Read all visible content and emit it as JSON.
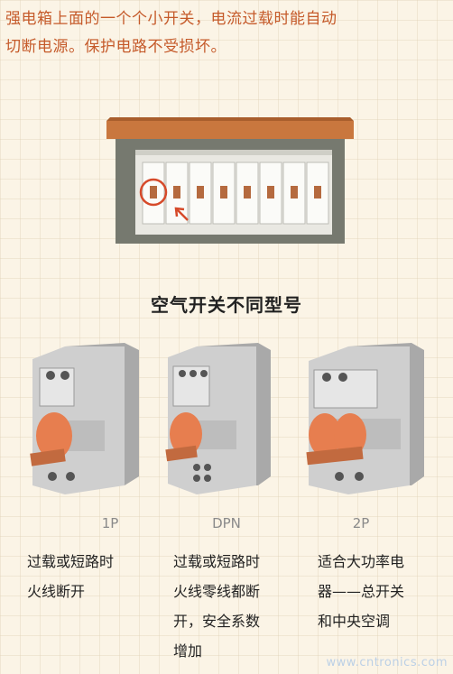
{
  "intro": {
    "line1": "强电箱上面的一个个小开关，电流过载时能自动",
    "line2": "切断电源。保护电路不受损坏。"
  },
  "heading": "空气开关不同型号",
  "breakers": [
    {
      "type": "1P",
      "desc": [
        "过载或短路时",
        "火线断开"
      ]
    },
    {
      "type": "DPN",
      "desc": [
        "过载或短路时",
        "火线零线都断",
        "开，安全系数",
        "增加"
      ]
    },
    {
      "type": "2P",
      "desc": [
        "适合大功率电",
        "器——总开关",
        "和中央空调"
      ]
    }
  ],
  "watermark": "www.cntronics.com",
  "colors": {
    "accent_text": "#c55a2a",
    "background": "#fbf4e6",
    "box_lid": "#c9773e",
    "box_frame": "#76796f",
    "switch_lever": "#b56a3f",
    "handle_orange": "#e77e4f",
    "breaker_body": "#c9c9c9"
  }
}
